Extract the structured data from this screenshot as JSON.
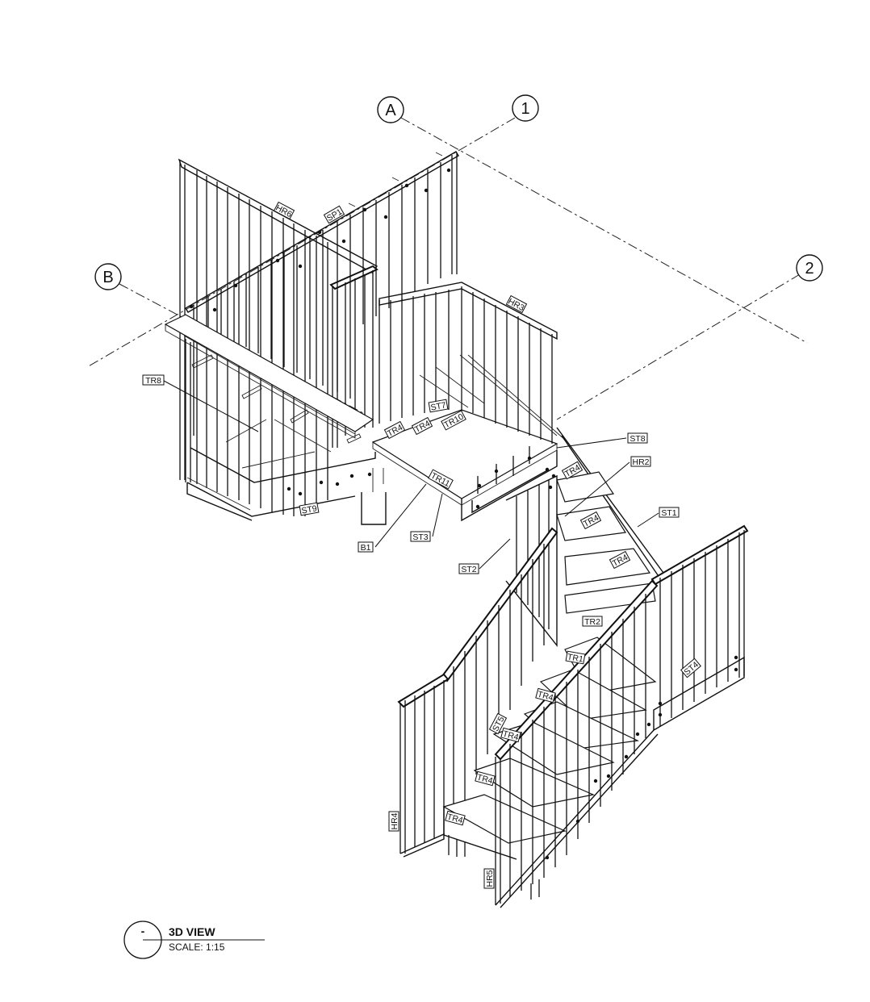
{
  "grid_labels": {
    "a": "A",
    "one": "1",
    "two": "2",
    "b": "B"
  },
  "tags": {
    "hr6": "HR6",
    "sp1": "SP1",
    "hr3": "HR3",
    "tr8": "TR8",
    "st7": "ST7",
    "tr4_a": "TR4",
    "tr4_b": "TR4",
    "tr10": "TR10",
    "st8": "ST8",
    "hr2": "HR2",
    "tr4_c": "TR4",
    "tr11": "TR11",
    "st9": "ST9",
    "st3": "ST3",
    "b1": "B1",
    "st1": "ST1",
    "tr4_d": "TR4",
    "tr4_e": "TR4",
    "st2": "ST2",
    "tr2": "TR2",
    "tr1": "TR1",
    "st4": "ST4",
    "tr4_f": "TR4",
    "st5": "ST5",
    "tr4_g": "TR4",
    "tr4_h": "TR4",
    "tr4_i": "TR4",
    "hr4": "HR4",
    "hr5": "HR5"
  },
  "title_block": {
    "marker": "-",
    "title": "3D VIEW",
    "scale": "SCALE:  1:15"
  }
}
